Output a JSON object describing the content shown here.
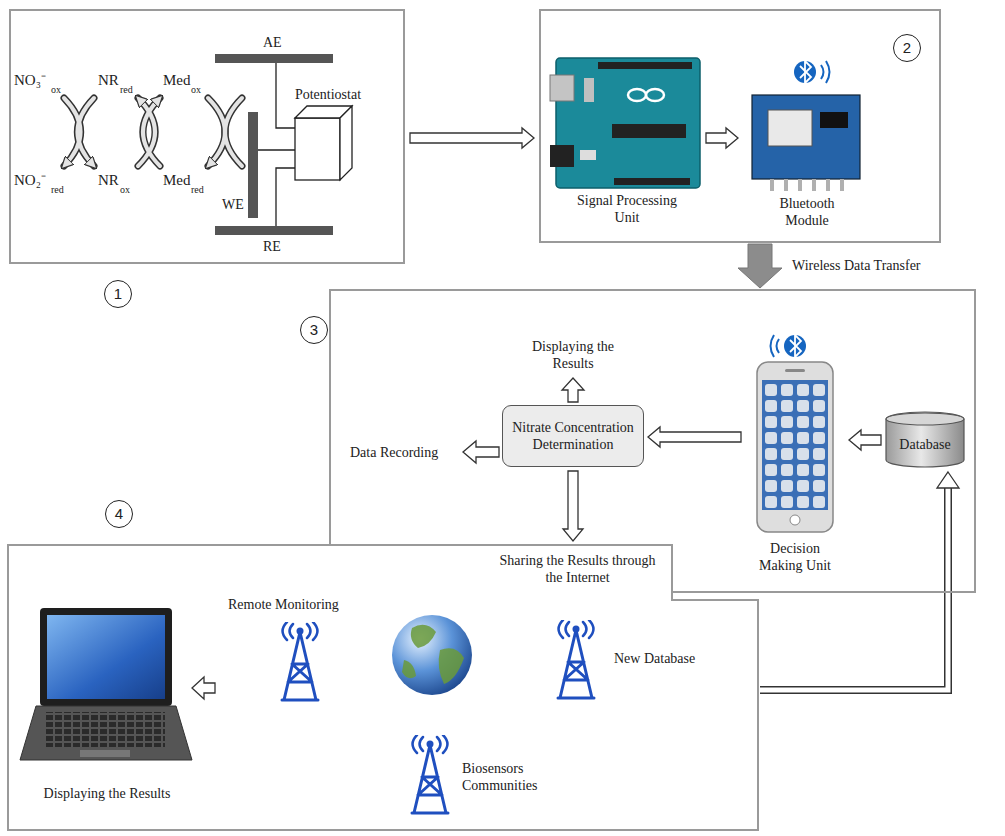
{
  "diagram": {
    "nodes": [
      {
        "text": [
          "1"
        ]
      },
      {
        "text": [
          "Potentiostat"
        ],
        "in": 0
      },
      {
        "text": [
          "2"
        ]
      },
      {
        "text": [
          "Signal Processing Unit"
        ],
        "in": 2
      },
      {
        "text": [
          "Bluetooth Module"
        ],
        "in": 2
      },
      {
        "text": [
          "3"
        ]
      },
      {
        "text": [
          "Nitrate Concentration Determination"
        ],
        "in": 5
      },
      {
        "text": [
          "Decision Making Unit"
        ],
        "in": 5
      },
      {
        "text": [
          "Database"
        ],
        "in": 5
      },
      {
        "text": [
          "4"
        ]
      },
      {
        "text": [
          "Displaying the Results"
        ],
        "in": 9
      }
    ],
    "edges": [
      {
        "from": 0,
        "to": 2,
        "arrow": "to"
      },
      {
        "from": 3,
        "to": 4,
        "arrow": "to"
      },
      {
        "from": 2,
        "to": 5,
        "arrow": "to",
        "label": "Wireless Data Transfer"
      },
      {
        "from": 8,
        "to": 7,
        "arrow": "to"
      },
      {
        "from": 7,
        "to": 6,
        "arrow": "to"
      },
      {
        "from": 6,
        "to": 9,
        "arrow": "to"
      },
      {
        "from": 9,
        "to": 8,
        "arrow": "to"
      }
    ],
    "labels": [
      "NO₃⁻",
      "ox",
      "NO₂⁻",
      "red",
      "NR",
      "red",
      "NR",
      "ox",
      "Med",
      "ox",
      "Med",
      "red",
      "AE",
      "WE",
      "RE",
      "Displaying the Results",
      "Data Recording",
      "Remote Monitoring",
      "Sharing the Results through the Internet",
      "New Database",
      "Biosensors Communities"
    ]
  }
}
